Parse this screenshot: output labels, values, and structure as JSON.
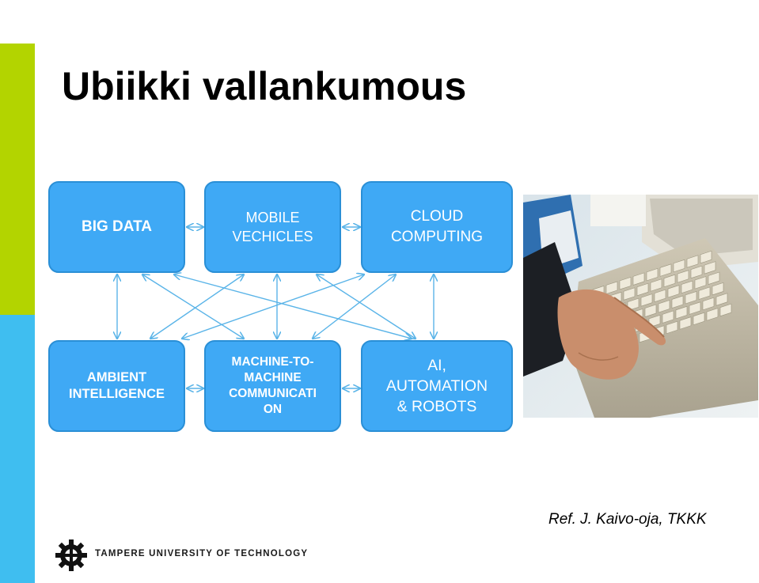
{
  "slide": {
    "title": "Ubiikki vallankumous",
    "reference": "Ref. J. Kaivo-oja, TKKK",
    "university": "TAMPERE UNIVERSITY OF TECHNOLOGY"
  },
  "diagram": {
    "boxes": {
      "big_data": "BIG DATA",
      "mobile_vehicles": "MOBILE VECHICLES",
      "cloud_computing": "CLOUD COMPUTING",
      "ambient_intelligence": "AMBIENT INTELLIGENCE",
      "m2m_line1": "MACHINE-TO-",
      "m2m_line2": "MACHINE",
      "m2m_line3": "COMMUNICATI",
      "m2m_line4": "ON",
      "ai_line1": "AI,",
      "ai_line2": "AUTOMATION",
      "ai_line3": "& ROBOTS"
    },
    "box_color": "#3fa9f5",
    "arrow_color": "#5ab4e8"
  },
  "colors": {
    "stripe_green": "#b3d400",
    "stripe_blue": "#3fbef0"
  },
  "image": {
    "subject": "hand-typing-on-keyboard"
  }
}
